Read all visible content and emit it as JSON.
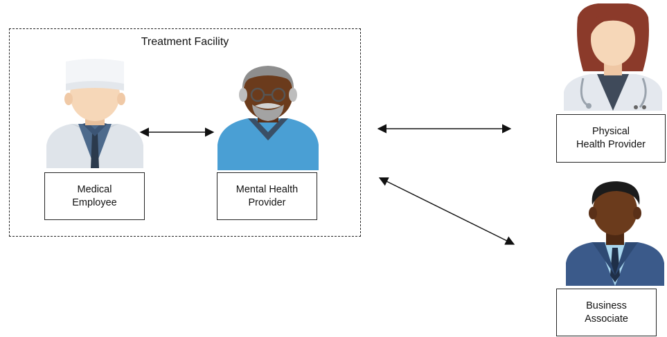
{
  "facility": {
    "title": "Treatment Facility"
  },
  "actors": {
    "medical_employee": {
      "line1": "Medical",
      "line2": "Employee",
      "icon": "doctor-icon"
    },
    "mental_health_provider": {
      "line1": "Mental Health",
      "line2": "Provider",
      "icon": "elderly-man-icon"
    },
    "physical_health_provider": {
      "line1": "Physical",
      "line2": "Health Provider",
      "icon": "female-doctor-icon"
    },
    "business_associate": {
      "line1": "Business",
      "line2": "Associate",
      "icon": "businessman-icon"
    }
  },
  "colors": {
    "line": "#111111",
    "skin_light": "#f6d7b8",
    "skin_dark": "#6b3b1c",
    "sweater": "#4a9fd4",
    "suit": "#3b5a8a"
  }
}
